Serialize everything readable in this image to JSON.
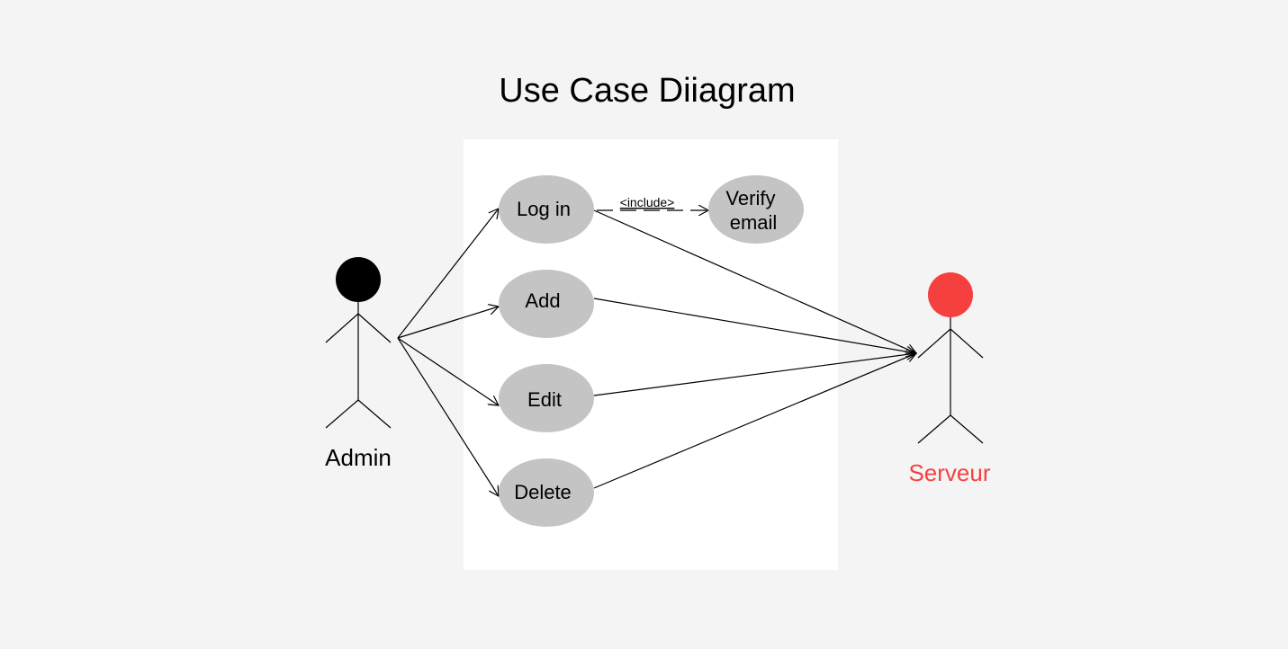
{
  "title": "Use Case Diiagram",
  "colors": {
    "background": "#f4f4f4",
    "system_boundary": "#ffffff",
    "use_case_fill": "#c4c4c4",
    "admin_head": "#000000",
    "serveur_head": "#f64040",
    "serveur_label": "#f64040",
    "line": "#000000"
  },
  "actors": {
    "admin": {
      "label": "Admin",
      "icon": "stick-figure-icon"
    },
    "serveur": {
      "label": "Serveur",
      "icon": "stick-figure-icon"
    }
  },
  "use_cases": {
    "login": {
      "label": "Log in"
    },
    "verify": {
      "line1": "Verify",
      "line2": "email"
    },
    "add": {
      "label": "Add"
    },
    "edit": {
      "label": "Edit"
    },
    "delete": {
      "label": "Delete"
    }
  },
  "relations": {
    "include_label": "<include>"
  }
}
